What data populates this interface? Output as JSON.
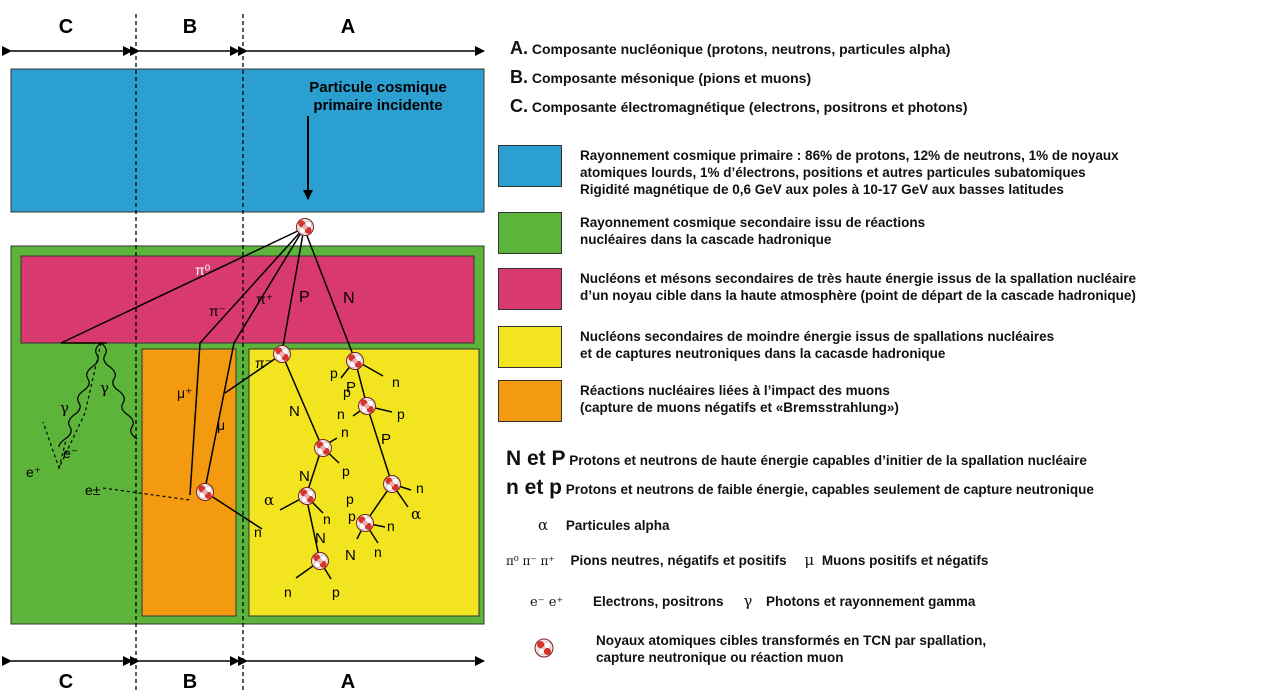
{
  "header": {
    "A": "A",
    "B": "B",
    "C": "C"
  },
  "diagram": {
    "primary_label_1": "Particule cosmique",
    "primary_label_2": "primaire incidente",
    "pi0": "π⁰",
    "pi_minus": "π⁻",
    "pi_plus": "π⁺",
    "P": "P",
    "N": "N",
    "n": "n",
    "p": "p",
    "alpha": "α",
    "gamma": "γ",
    "mu": "μ",
    "mu_plus": "μ⁺",
    "e_plus": "e⁺",
    "e_minus": "e⁻",
    "e_pm": "e±"
  },
  "components": [
    {
      "letter": "A.",
      "text": "Composante nucléonique (protons, neutrons, particules alpha)"
    },
    {
      "letter": "B.",
      "text": "Composante mésonique (pions et muons)"
    },
    {
      "letter": "C.",
      "text": "Composante électromagnétique (electrons, positrons et photons)"
    }
  ],
  "color_legend": [
    {
      "color": "#2b9fd0",
      "lines": [
        "Rayonnement cosmique primaire : 86% de protons, 12% de neutrons, 1% de noyaux",
        "atomiques lourds, 1% d’électrons, positions et autres particules subatomiques",
        "Rigidité magnétique de 0,6 GeV aux poles à 10-17 GeV aux basses latitudes"
      ]
    },
    {
      "color": "#5db43a",
      "lines": [
        "Rayonnement cosmique secondaire issu de réactions",
        "nucléaires dans la cascade hadronique"
      ]
    },
    {
      "color": "#d83a6f",
      "lines": [
        "Nucléons et mésons secondaires de très haute énergie issus de la spallation nucléaire",
        "d’un noyau cible dans la haute atmosphère (point de départ de la cascade hadronique)"
      ]
    },
    {
      "color": "#f2e51f",
      "lines": [
        "Nucléons secondaires de moindre énergie issus de spallations nucléaires",
        "et de captures neutroniques dans la cacasde hadronique"
      ]
    },
    {
      "color": "#f39a10",
      "lines": [
        "Réactions nucléaires liées à l’impact des muons",
        "(capture de muons négatifs et «Bremsstrahlung»)"
      ]
    }
  ],
  "symbols": {
    "NP_big": "N et P",
    "NP_text": "Protons et neutrons de haute énergie capables d’initier de la spallation nucléaire",
    "np_big": "n et p",
    "np_text": "Protons et neutrons de faible énergie, capables seulement de capture neutronique",
    "alpha_sym": "α",
    "alpha_text": "Particules alpha",
    "pions_sym": "π⁰ π⁻ π⁺",
    "pions_text": "Pions neutres, négatifs et positifs",
    "mu_sym": "μ",
    "mu_text": "Muons positifs et négatifs",
    "e_sym": "e⁻ e⁺",
    "e_text": "Electrons, positrons",
    "gamma_sym": "γ",
    "gamma_text": "Photons et rayonnement gamma",
    "nucleus_text_1": "Noyaux atomiques cibles transformés en TCN par spallation,",
    "nucleus_text_2": "capture neutronique ou réaction muon"
  }
}
